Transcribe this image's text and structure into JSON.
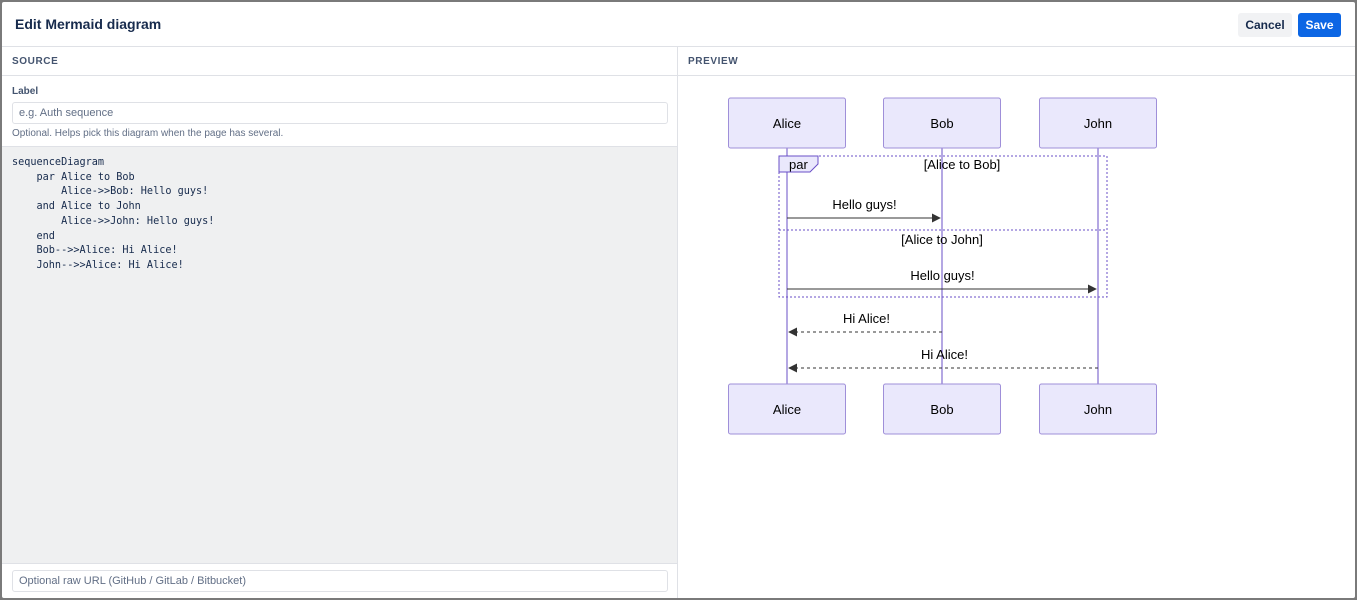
{
  "dialog": {
    "title": "Edit Mermaid diagram",
    "cancel_label": "Cancel",
    "save_label": "Save"
  },
  "source": {
    "section_title": "SOURCE",
    "label_title": "Label",
    "label_placeholder": "e.g. Auth sequence",
    "label_help": "Optional. Helps pick this diagram when the page has several.",
    "code": "sequenceDiagram\n    par Alice to Bob\n        Alice->>Bob: Hello guys!\n    and Alice to John\n        Alice->>John: Hello guys!\n    end\n    Bob-->>Alice: Hi Alice!\n    John-->>Alice: Hi Alice!",
    "url_placeholder": "Optional raw URL (GitHub / GitLab / Bitbucket)"
  },
  "preview": {
    "section_title": "PREVIEW",
    "diagram": {
      "actors": [
        "Alice",
        "Bob",
        "John"
      ],
      "par_keyword": "par",
      "sections": [
        "[Alice to Bob]",
        "[Alice to John]"
      ],
      "messages": [
        {
          "from": "Alice",
          "to": "Bob",
          "text": "Hello guys!",
          "style": "solid"
        },
        {
          "from": "Alice",
          "to": "John",
          "text": "Hello guys!",
          "style": "solid"
        },
        {
          "from": "Bob",
          "to": "Alice",
          "text": "Hi Alice!",
          "style": "dotted"
        },
        {
          "from": "John",
          "to": "Alice",
          "text": "Hi Alice!",
          "style": "dotted"
        }
      ],
      "colors": {
        "actor_fill": "#eae8fc",
        "actor_stroke": "#9f8fd9",
        "lifeline": "#6a4fc7",
        "par_border": "#6a4fc7",
        "arrow": "#333333"
      }
    }
  }
}
